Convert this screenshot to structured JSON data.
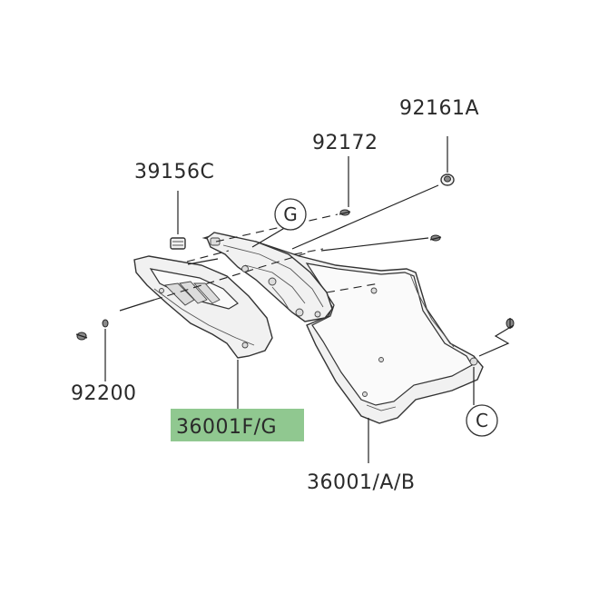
{
  "diagram": {
    "part_numbers": {
      "p92161A": "92161A",
      "p92172": "92172",
      "p39156C": "39156C",
      "p92200": "92200",
      "p36001FG": "36001F/G",
      "p36001AB": "36001/A/B"
    },
    "reference_markers": {
      "G": "G",
      "C": "C"
    },
    "highlight_color": "#90c890",
    "line_color": "#222222"
  }
}
